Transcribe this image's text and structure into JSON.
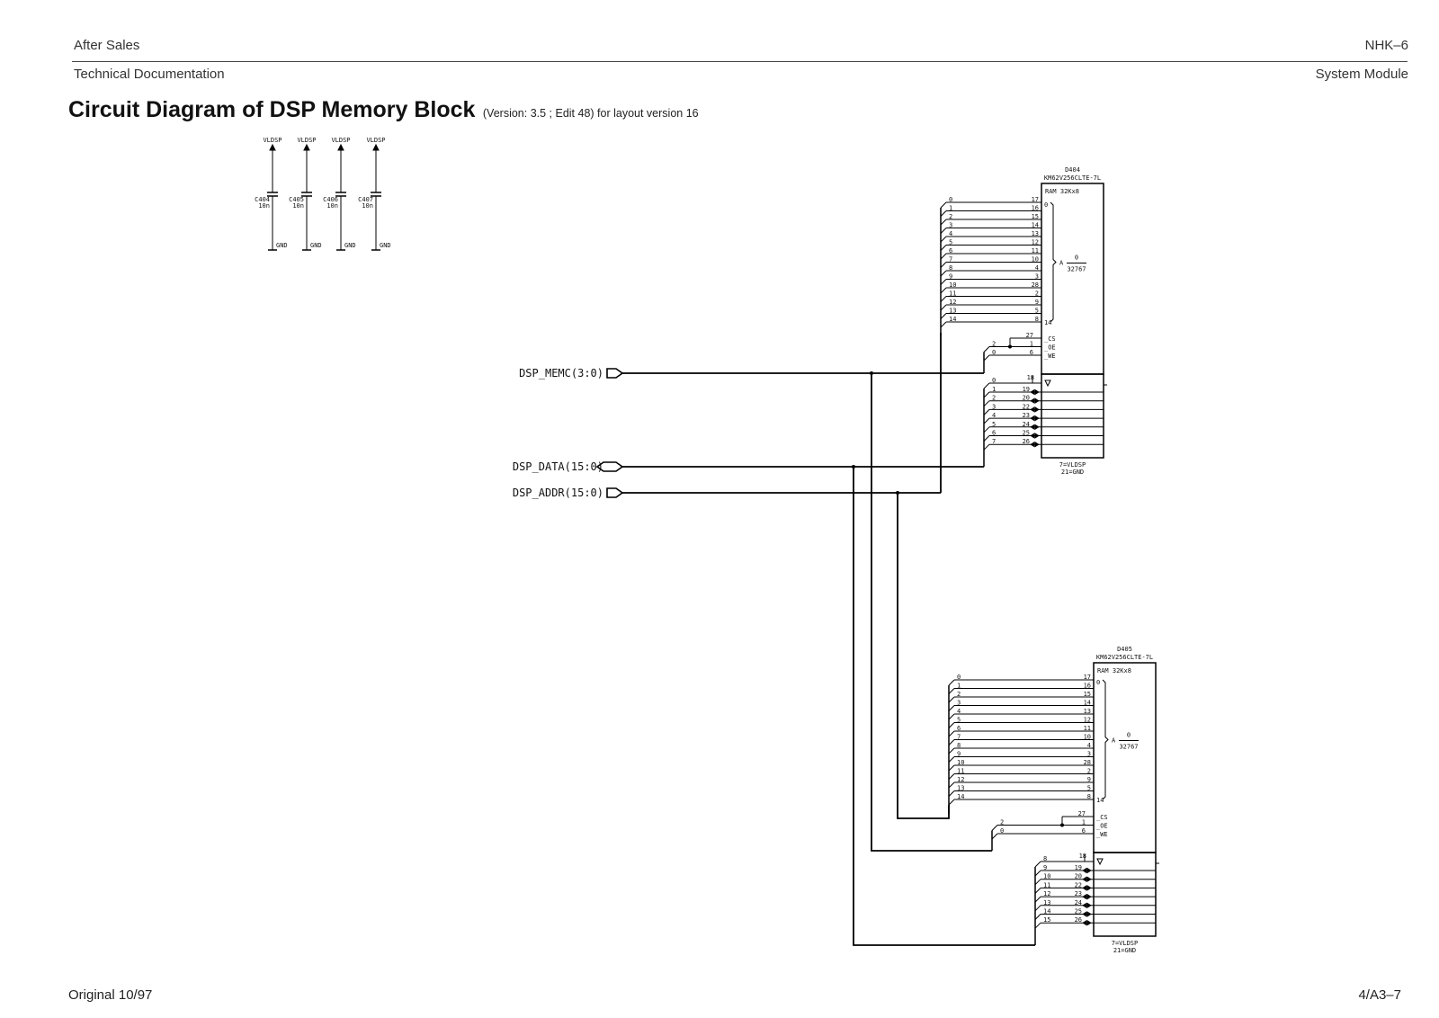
{
  "header": {
    "left_top": "After Sales",
    "right_top": "NHK–6",
    "left_bottom": "Technical Documentation",
    "right_bottom": "System Module"
  },
  "title": {
    "main": "Circuit Diagram of DSP Memory Block",
    "sub": "(Version: 3.5 ; Edit 48) for layout version 16"
  },
  "footer": {
    "left": "Original 10/97",
    "right": "4/A3–7"
  },
  "capacitors": [
    {
      "ref": "C404",
      "value": "10n",
      "supply": "VLDSP",
      "ground": "GND"
    },
    {
      "ref": "C405",
      "value": "10n",
      "supply": "VLDSP",
      "ground": "GND"
    },
    {
      "ref": "C406",
      "value": "10n",
      "supply": "VLDSP",
      "ground": "GND"
    },
    {
      "ref": "C407",
      "value": "10n",
      "supply": "VLDSP",
      "ground": "GND"
    }
  ],
  "buses": {
    "memc": "DSP_MEMC(3:0)",
    "data": "DSP_DATA(15:0)",
    "addr": "DSP_ADDR(15:0)"
  },
  "chips": [
    {
      "ref": "D404",
      "part": "KM62V256CLTE-7L",
      "type": "RAM 32Kx8",
      "range_from": "0",
      "range_to": "32767",
      "range_label": "A",
      "addr_top": "0",
      "addr_bottom": "14",
      "addr_bits": [
        "0",
        "1",
        "2",
        "3",
        "4",
        "5",
        "6",
        "7",
        "8",
        "9",
        "10",
        "11",
        "12",
        "13",
        "14"
      ],
      "addr_pins": [
        "17",
        "16",
        "15",
        "14",
        "13",
        "12",
        "11",
        "10",
        "4",
        "3",
        "28",
        "2",
        "9",
        "5",
        "8"
      ],
      "ctrl_pins": [
        "27",
        "1",
        "6"
      ],
      "ctrl_names": [
        "_CS",
        "_OE",
        "_WE"
      ],
      "ctrl_bits": [
        "2",
        "0"
      ],
      "oe_pin": "18",
      "oe_bit": "0",
      "data_bits": [
        "1",
        "2",
        "3",
        "4",
        "5",
        "6",
        "7"
      ],
      "data_pins": [
        "19",
        "20",
        "22",
        "23",
        "24",
        "25",
        "26"
      ],
      "power": "7=VLDSP",
      "ground": "21=GND"
    },
    {
      "ref": "D405",
      "part": "KM62V256CLTE-7L",
      "type": "RAM 32Kx8",
      "range_from": "0",
      "range_to": "32767",
      "range_label": "A",
      "addr_top": "0",
      "addr_bottom": "14",
      "addr_bits": [
        "0",
        "1",
        "2",
        "3",
        "4",
        "5",
        "6",
        "7",
        "8",
        "9",
        "10",
        "11",
        "12",
        "13",
        "14"
      ],
      "addr_pins": [
        "17",
        "16",
        "15",
        "14",
        "13",
        "12",
        "11",
        "10",
        "4",
        "3",
        "28",
        "2",
        "9",
        "5",
        "8"
      ],
      "ctrl_pins": [
        "27",
        "1",
        "6"
      ],
      "ctrl_names": [
        "_CS",
        "_OE",
        "_WE"
      ],
      "ctrl_bits": [
        "2",
        "0"
      ],
      "oe_pin": "18",
      "oe_bit": "8",
      "data_bits": [
        "9",
        "10",
        "11",
        "12",
        "13",
        "14",
        "15"
      ],
      "data_pins": [
        "19",
        "20",
        "22",
        "23",
        "24",
        "25",
        "26"
      ],
      "power": "7=VLDSP",
      "ground": "21=GND"
    }
  ]
}
